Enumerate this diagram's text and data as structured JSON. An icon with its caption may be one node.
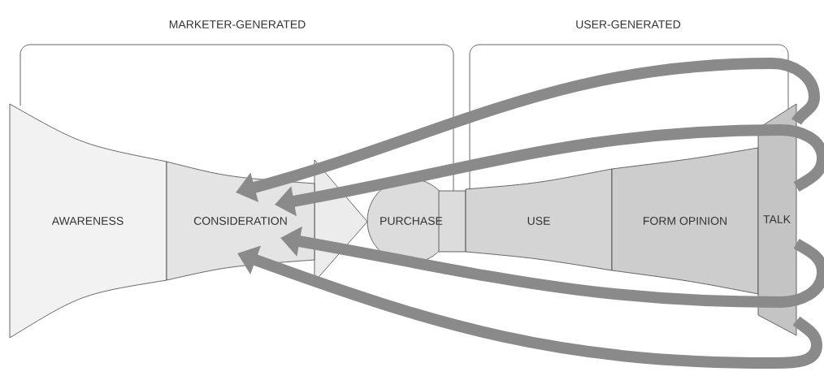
{
  "diagram": {
    "nodes": [
      {
        "text": [
          "MARKETER-GENERATED"
        ]
      },
      {
        "text": [
          "USER-GENERATED"
        ]
      },
      {
        "text": [
          "AWARENESS"
        ]
      },
      {
        "text": [
          "CONSIDERATION"
        ]
      },
      {
        "text": [
          "PURCHASE"
        ]
      },
      {
        "text": [
          "USE"
        ]
      },
      {
        "text": [
          "FORM OPINION"
        ]
      },
      {
        "text": [
          "TALK"
        ]
      }
    ],
    "edges": [
      {
        "from": 7,
        "to": 3,
        "arrow": "to"
      },
      {
        "from": 7,
        "to": 3,
        "arrow": "to"
      },
      {
        "from": 7,
        "to": 3,
        "arrow": "to"
      },
      {
        "from": 7,
        "to": 3,
        "arrow": "to"
      }
    ]
  }
}
